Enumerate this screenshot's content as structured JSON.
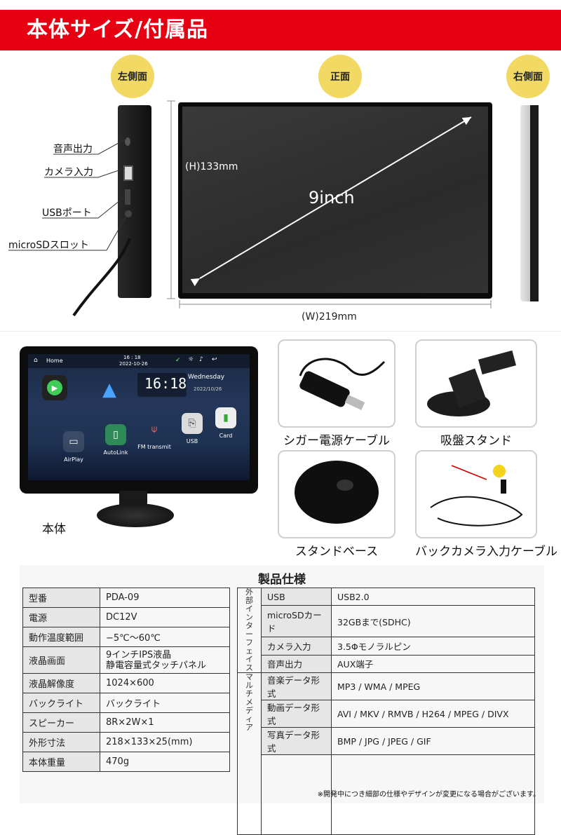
{
  "header": {
    "title": "本体サイズ/付属品"
  },
  "views": {
    "left": "左側面",
    "front": "正面",
    "right": "右側面"
  },
  "ports": [
    "音声出力",
    "カメラ入力",
    "USBポート",
    "microSDスロット"
  ],
  "dimensions": {
    "height": "(H)133mm",
    "width": "(W)219mm",
    "size": "9inch"
  },
  "device_screen": {
    "home": "Home",
    "time": "16 : 18",
    "date": "2022-10-26",
    "clock": "16:18",
    "weekday": "Wednesday",
    "clock_date": "2022/10/26",
    "apps": [
      "AirPlay",
      "AutoLink",
      "FM transmit",
      "USB",
      "Card"
    ]
  },
  "body_label": "本体",
  "accessories": [
    "シガー電源ケーブル",
    "吸盤スタンド",
    "スタンドベース",
    "バックカメラ入力ケーブル"
  ],
  "spec": {
    "title": "製品仕様",
    "left_rows": [
      {
        "label": "型番",
        "value": "PDA-09"
      },
      {
        "label": "電源",
        "value": "DC12V"
      },
      {
        "label": "動作温度範囲",
        "value": "−5℃〜60℃"
      },
      {
        "label": "液晶画面",
        "value": "9インチIPS液晶",
        "value2": "静電容量式タッチパネル"
      },
      {
        "label": "液晶解像度",
        "value": "1024×600"
      },
      {
        "label": "バックライト",
        "value": "バックライト"
      },
      {
        "label": "スピーカー",
        "value": "8R×2W×1"
      },
      {
        "label": "外形寸法",
        "value": "218×133×25(mm)"
      },
      {
        "label": "本体重量",
        "value": "470g"
      }
    ],
    "group_interface": "外部インターフェイス",
    "group_multimedia": "マルチメディア",
    "right_rows": [
      {
        "label": "USB",
        "value": "USB2.0"
      },
      {
        "label": "microSDカード",
        "value": "32GBまで(SDHC)"
      },
      {
        "label": "カメラ入力",
        "value": "3.5Φモノラルピン"
      },
      {
        "label": "音声出力",
        "value": "AUX端子"
      },
      {
        "label": "音楽データ形式",
        "value": "MP3 / WMA / MPEG"
      },
      {
        "label": "動画データ形式",
        "value": "AVI / MKV / RMVB / H264 / MPEG / DIVX"
      },
      {
        "label": "写真データ形式",
        "value": "BMP / JPG / JPEG / GIF"
      }
    ],
    "note": "※開発中につき細部の仕様やデザインが変更になる場合がございます。"
  }
}
